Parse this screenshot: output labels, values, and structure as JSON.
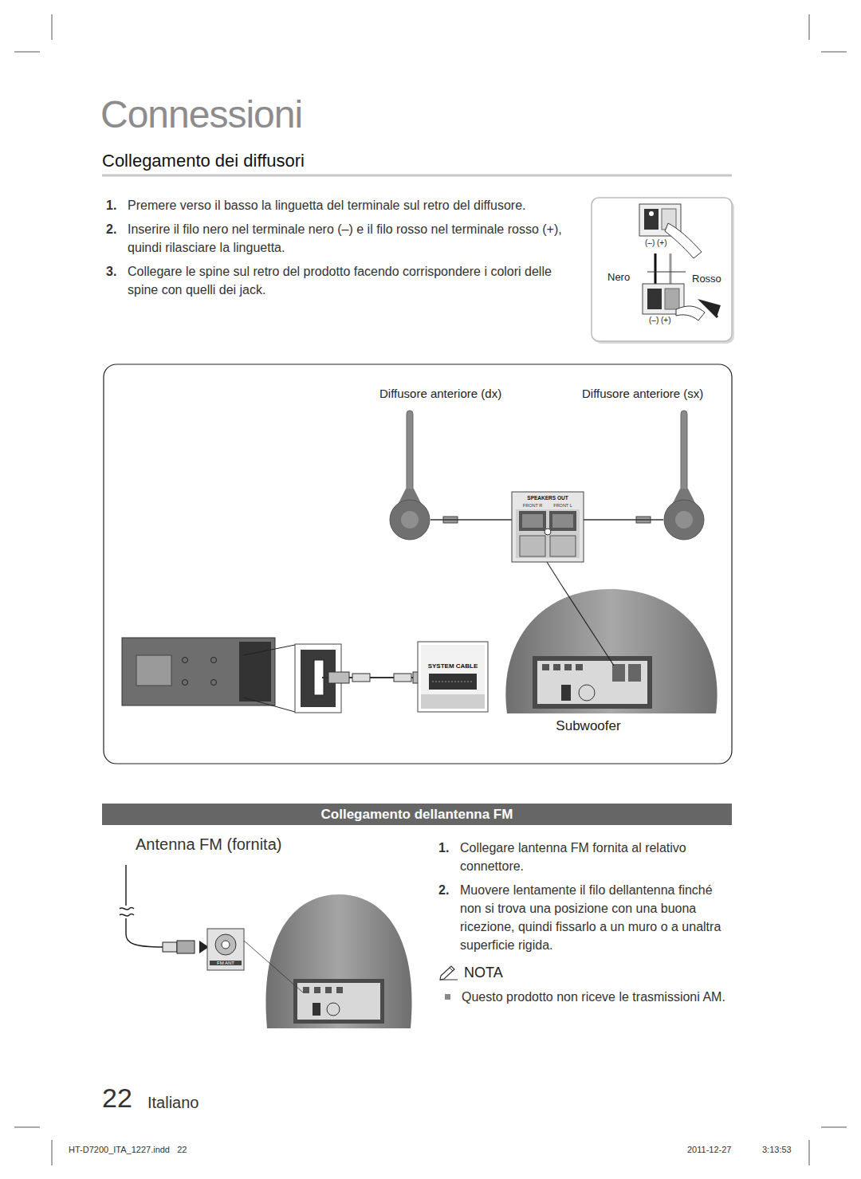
{
  "diagram": {
    "title": "Connessioni",
    "nodes": [
      {
        "text": [
          "Diffusore anteriore (dx)"
        ]
      },
      {
        "text": [
          "Diffusore anteriore (sx)"
        ]
      },
      {
        "text": [
          "SPEAKERS OUT",
          "FRONT R",
          "FRONT L"
        ]
      },
      {
        "text": [
          "SYSTEM CABLE"
        ]
      },
      {
        "text": [
          "Subwoofer"
        ]
      },
      {
        "text": [
          "Collegamento dellantenna FM"
        ]
      },
      {
        "text": [
          "FM ANT"
        ]
      }
    ],
    "edges": [
      {
        "from": 0,
        "to": 2,
        "arrow": "none"
      },
      {
        "from": 1,
        "to": 2,
        "arrow": "none"
      },
      {
        "from": 2,
        "to": 4,
        "arrow": "none"
      }
    ],
    "labels": [
      "Collegamento dei diffusori",
      "1.",
      "Premere verso il basso la linguetta del terminale sul retro del diffusore.",
      "2.",
      "Inserire il filo nero nel terminale nero (–) e il filo rosso nel terminale rosso (+), quindi rilasciare la linguetta.",
      "3.",
      "Collegare le spine sul retro del prodotto facendo corrispondere i colori delle spine con quelli dei jack.",
      "(–) (+)",
      "Nero",
      "Rosso",
      "(–) (+)",
      "Antenna FM (fornita)",
      "1.",
      "Collegare lantenna FM fornita al relativo connettore.",
      "2.",
      "Muovere lentamente il filo dellantenna finché non si trova una posizione con una buona ricezione, quindi fissarlo a un muro o a unaltra superficie rigida.",
      "NOTA",
      "Questo prodotto non riceve le trasmissioni AM.",
      "22",
      "Italiano",
      "HT-D7200_ITA_1227.indd   22",
      "2011-12-27",
      "3:13:53"
    ]
  }
}
